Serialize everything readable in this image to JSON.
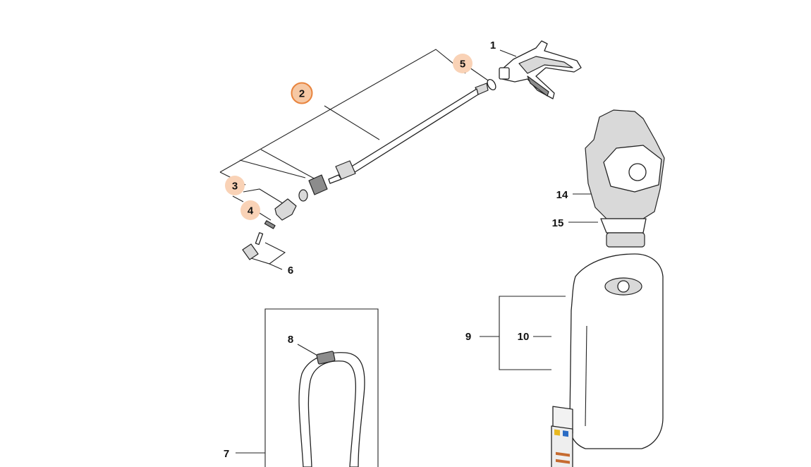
{
  "colors": {
    "badge_fill": "#f9d2b6",
    "badge_selected_fill": "#f6c8a4",
    "badge_selected_stroke": "#e8843e",
    "line": "#222222",
    "part_grey": "#d9d9d9"
  },
  "labels": {
    "p1": "1",
    "p2": "2",
    "p3": "3",
    "p4": "4",
    "p5": "5",
    "p6": "6",
    "p7": "7",
    "p8": "8",
    "p9": "9",
    "p10": "10",
    "p14": "14",
    "p15": "15"
  },
  "selected_part": "2"
}
